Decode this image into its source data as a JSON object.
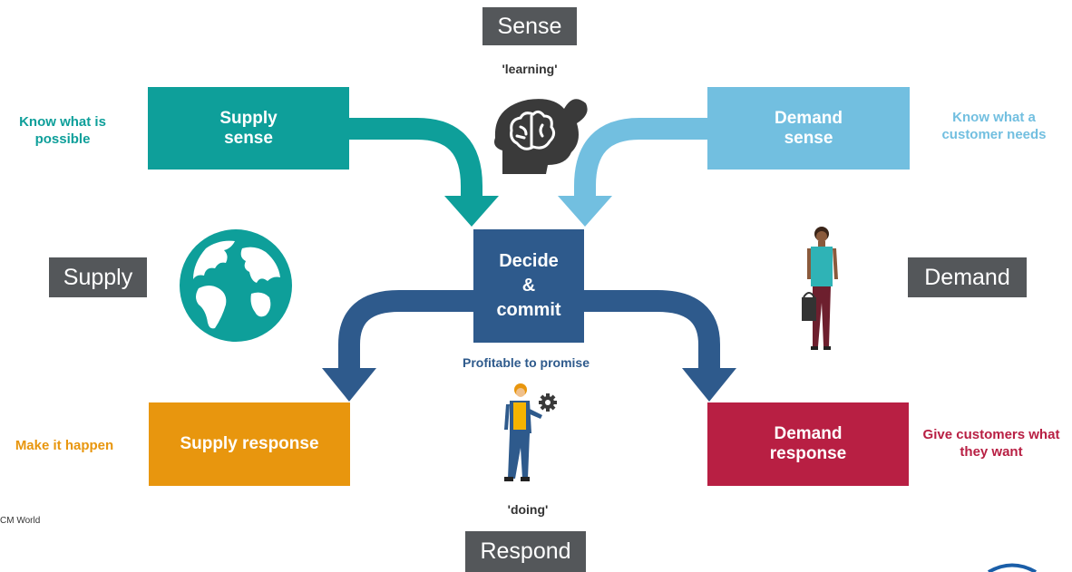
{
  "header_tag": "Sense",
  "learning_caption": "'learning'",
  "supply_tag": "Supply",
  "demand_tag": "Demand",
  "respond_tag": "Respond",
  "boxes": {
    "supply_sense": "Supply\nsense",
    "demand_sense": "Demand\nsense",
    "decide_commit": "Decide\n&\ncommit",
    "supply_response": "Supply response",
    "demand_response": "Demand\nresponse"
  },
  "side_labels": {
    "supply_sense": "Know what is\npossible",
    "demand_sense": "Know what a\ncustomer needs",
    "supply_response": "Make it happen",
    "demand_response": "Give customers what\nthey want"
  },
  "profitable_caption": "Profitable to promise",
  "doing_caption": "'doing'",
  "source_credit": "CM World",
  "colors": {
    "supply_sense": "#0e9f9a",
    "demand_sense": "#72bfe0",
    "decide_commit": "#2e5a8c",
    "supply_response": "#e8960e",
    "demand_response": "#b81f43",
    "tag": "#54575a"
  },
  "icons": [
    "brain-head-icon",
    "globe-icon",
    "shopper-woman-icon",
    "worker-gear-icon"
  ]
}
